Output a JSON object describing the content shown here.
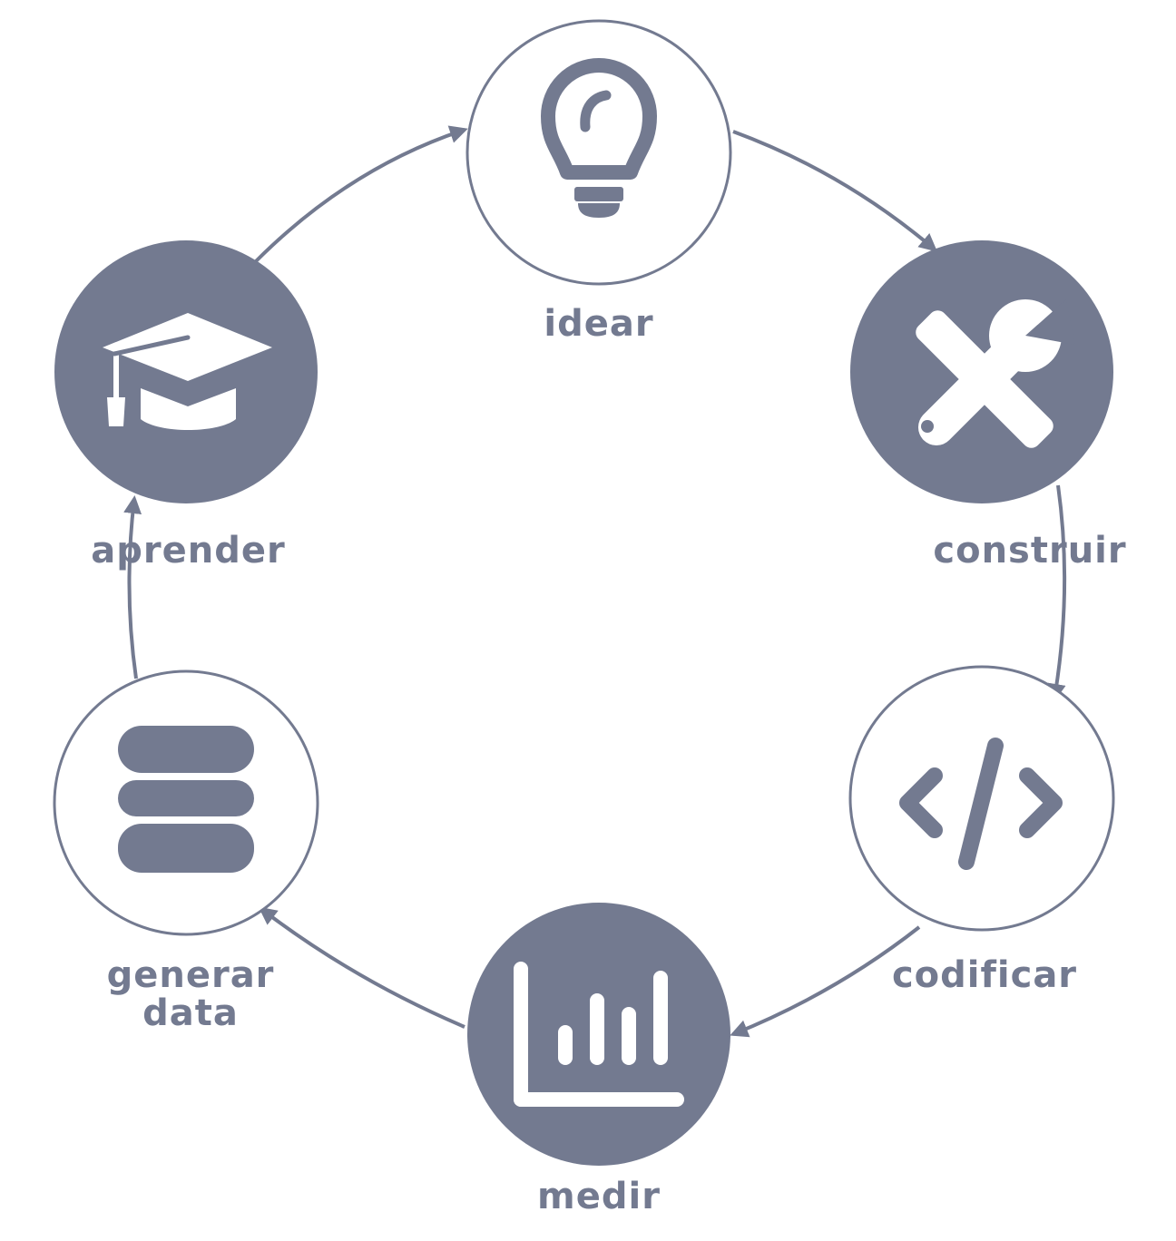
{
  "colors": {
    "primary": "#737a90",
    "background": "#ffffff"
  },
  "nodes": [
    {
      "id": "idear",
      "label": "idear",
      "style": "outline",
      "icon": "lightbulb-icon"
    },
    {
      "id": "construir",
      "label": "construir",
      "style": "filled",
      "icon": "tools-icon"
    },
    {
      "id": "codificar",
      "label": "codificar",
      "style": "outline",
      "icon": "code-icon"
    },
    {
      "id": "medir",
      "label": "medir",
      "style": "filled",
      "icon": "bar-chart-icon"
    },
    {
      "id": "generar-data",
      "label_line1": "generar",
      "label_line2": "data",
      "style": "outline",
      "icon": "database-icon"
    },
    {
      "id": "aprender",
      "label": "aprender",
      "style": "filled",
      "icon": "graduation-cap-icon"
    }
  ],
  "edges": [
    {
      "from": "idear",
      "to": "construir"
    },
    {
      "from": "construir",
      "to": "codificar"
    },
    {
      "from": "codificar",
      "to": "medir"
    },
    {
      "from": "medir",
      "to": "generar-data"
    },
    {
      "from": "generar-data",
      "to": "aprender"
    },
    {
      "from": "aprender",
      "to": "idear"
    }
  ]
}
